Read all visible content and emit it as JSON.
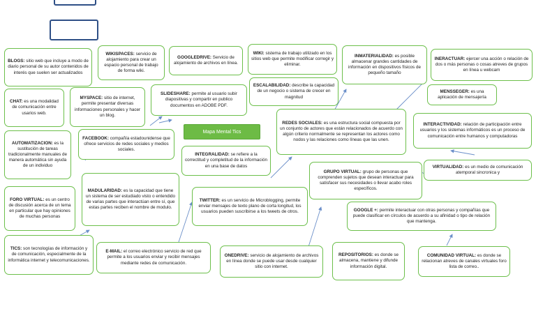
{
  "center_title": "Mapa Mental Tics",
  "concepts": {
    "blogs": {
      "term": "BLOGS:",
      "desc": " sitio web que incluye a modo de diario personal de su autor contenidos de interés que suelen ser actualizados"
    },
    "wikispaces": {
      "term": "WIKISPACES:",
      "desc": " servicio de alojamiento para crear un espacio personal de trabajo de forma wiki."
    },
    "googledrive": {
      "term": "GOOGLEDRIVE:",
      "desc": " Servicio de alojamiento de archivos en línea."
    },
    "wiki": {
      "term": "WIKI:",
      "desc": " sistema de trabajo utilizado en los sitios web que permite modificar corregir y eliminar."
    },
    "inmaterialidad": {
      "term": "INMATERIALIDAD:",
      "desc": " es posible almacenar grandes cantidades de información en dispositivos físicos de pequeño tamaño"
    },
    "ineractuar": {
      "term": "INERACTUAR:",
      "desc": " ejercer una acción o relación de dos o más personas o cosas atreves de grupos en línea u webcam"
    },
    "chat": {
      "term": "CHAT:",
      "desc": " es una modalidad de comunicación entre usarios web."
    },
    "myspace": {
      "term": "MYSPACE:",
      "desc": " sitio de internet, permite presentar diversas informaciones personales y hacer un blog."
    },
    "slideshare": {
      "term": "SLIDESHARE:",
      "desc": " permite al usuario subir diapositivas y compartir en publico documentos en ADOBE PDF."
    },
    "escalabilidad": {
      "term": "ESCALABILIDAD:",
      "desc": " describe la capacidad de un negocio o sistema de crecer en magnitud"
    },
    "messeger": {
      "term": "MENSSEGER:",
      "desc": " es una aplicación de mensajería"
    },
    "redes_sociales": {
      "term": "REDES SOCIALES:",
      "desc": " es una estructura social compuesta por un conjunto de actores que están relacionados de acuerdo con algún criterio normalmente se representan los actores como nodos y las relaciones como líneas que las unen."
    },
    "interactividad": {
      "term": "INTERACTIVIDAD:",
      "desc": " relación de participación entre usuarios y los sistemas informáticos es un proceso de comunicación entre humanos y computadoras"
    },
    "automatizacion": {
      "term": "AUTOMATIZACION:",
      "desc": " es la sustitución de tareas tradicionalmente manuales de manera automática sin ayuda de un individuo"
    },
    "facebook": {
      "term": "FACEBOOK:",
      "desc": " compañía estadounidense que ofrece servicios de redes sociales y medios sociales."
    },
    "integralidad": {
      "term": "INTEGRALIDAD:",
      "desc": " se refiere a la correctitud y completitud de la información en una base de datos"
    },
    "grupo_virtual": {
      "term": "GRUPO VIRTUAL:",
      "desc": " grupo de personas que comprenden sujetos que desean interactuar para satisfacer sus necesidades o llevar acabo roles específicos."
    },
    "virtualidad": {
      "term": "VIRTUALIDAD:",
      "desc": " es un medio de comunicación atemporal sincronica y"
    },
    "foro_virtual": {
      "term": "FORO VIRTUAL:",
      "desc": " es un centro de discusión acerca de un tema en particular que hay opiniones de muchas personas"
    },
    "madularidad": {
      "term": "MADULARIDAD:",
      "desc": " es la capacidad que tiene un sistema de ser estudiado visto o entendido de varias partes que interactúan entre sí, que estas partes reciben el nombre de modulo."
    },
    "twitter": {
      "term": "TWITTER:",
      "desc": " es un servicio de Microblogging, permite enviar mensajes de texto plano de corta longitud, los usuarios pueden suscribirse a los tweets de otros."
    },
    "google_plus": {
      "term": "GOOGLE +:",
      "desc": " permite interactuar con otras personas y compañías que puede clasificar en círculos de acuerdo a su afinidad o tipo de relación que mantenga."
    },
    "tics": {
      "term": "TICS:",
      "desc": " son tecnologías de información y de comunicación, especialmente de la informática internet y telecomunicaciones."
    },
    "email": {
      "term": "E-MAIL:",
      "desc": " el correo electrónico servicio de red que permite a los usuarios enviar y recibir mensajes mediante redes de comunicación."
    },
    "onedrive": {
      "term": "ONEDRIVE:",
      "desc": " servicio de alojamiento de archivos en línea donde se puede usar desde cualquier sitio con internet."
    },
    "repositorios": {
      "term": "REPOSITORIOS:",
      "desc": " es donde se almacena, mantiene y difunde información digital."
    },
    "comunidad_virtual": {
      "term": "COMUNIDAD VIRTUAL:",
      "desc": " es donde se relacionan atreves de canales virtuales foro lista de correo.."
    }
  },
  "colors": {
    "node_border": "#6cbf4a",
    "center_fill": "#6dbb45",
    "arrow": "#6b8fc9",
    "frame": "#2e4f86"
  }
}
